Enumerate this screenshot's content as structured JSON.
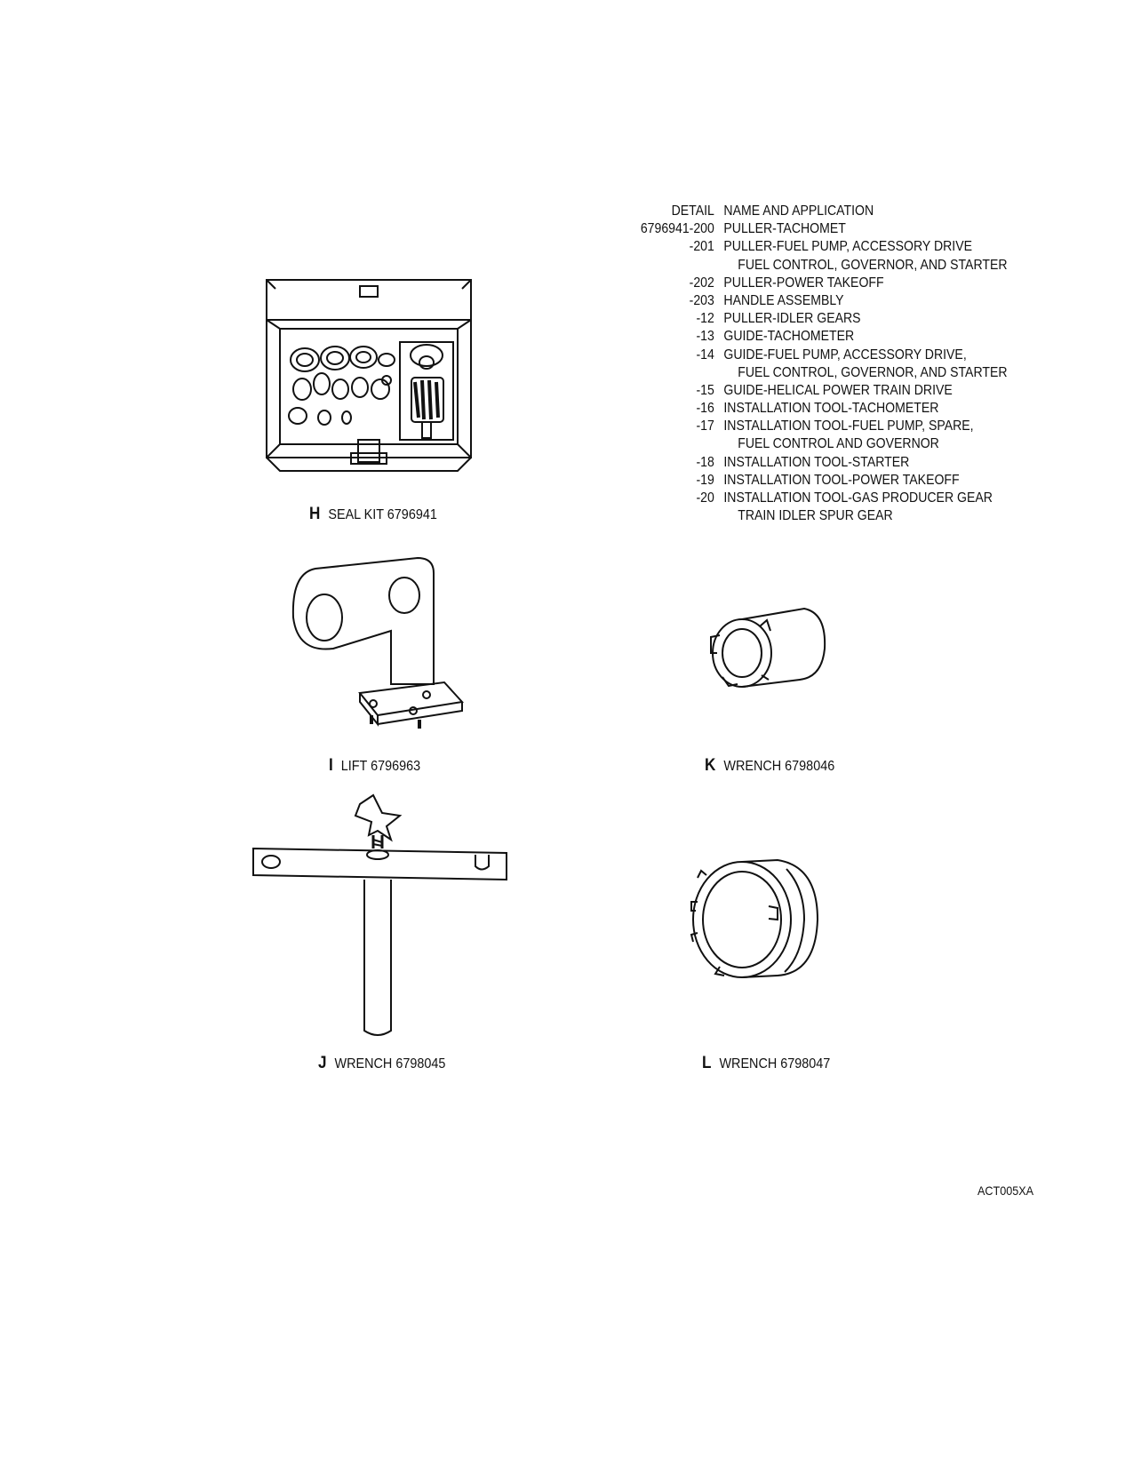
{
  "table": {
    "header_detail": "DETAIL",
    "header_name": "NAME AND APPLICATION",
    "rows": [
      {
        "detail": "6796941-200",
        "name": "PULLER-TACHOMET"
      },
      {
        "detail": "-201",
        "name": "PULLER-FUEL PUMP, ACCESSORY DRIVE",
        "cont": "FUEL CONTROL, GOVERNOR, AND STARTER"
      },
      {
        "detail": "-202",
        "name": "PULLER-POWER TAKEOFF"
      },
      {
        "detail": "-203",
        "name": "HANDLE ASSEMBLY"
      },
      {
        "detail": "-12",
        "name": "PULLER-IDLER GEARS"
      },
      {
        "detail": "-13",
        "name": "GUIDE-TACHOMETER"
      },
      {
        "detail": "-14",
        "name": "GUIDE-FUEL PUMP, ACCESSORY DRIVE,",
        "cont": "FUEL CONTROL, GOVERNOR, AND STARTER"
      },
      {
        "detail": "-15",
        "name": "GUIDE-HELICAL POWER TRAIN DRIVE"
      },
      {
        "detail": "-16",
        "name": "INSTALLATION TOOL-TACHOMETER"
      },
      {
        "detail": "-17",
        "name": "INSTALLATION TOOL-FUEL PUMP, SPARE,",
        "cont": "FUEL CONTROL AND GOVERNOR"
      },
      {
        "detail": "-18",
        "name": "INSTALLATION TOOL-STARTER"
      },
      {
        "detail": "-19",
        "name": "INSTALLATION TOOL-POWER TAKEOFF"
      },
      {
        "detail": "-20",
        "name": "INSTALLATION TOOL-GAS PRODUCER GEAR",
        "cont": "TRAIN IDLER SPUR GEAR"
      }
    ]
  },
  "figures": {
    "h": {
      "letter": "H",
      "label": "SEAL KIT 6796941"
    },
    "i": {
      "letter": "I",
      "label": "LIFT 6796963"
    },
    "j": {
      "letter": "J",
      "label": "WRENCH 6798045"
    },
    "k": {
      "letter": "K",
      "label": "WRENCH 6798046"
    },
    "l": {
      "letter": "L",
      "label": "WRENCH 6798047"
    }
  },
  "drawing_code": "ACT005XA"
}
